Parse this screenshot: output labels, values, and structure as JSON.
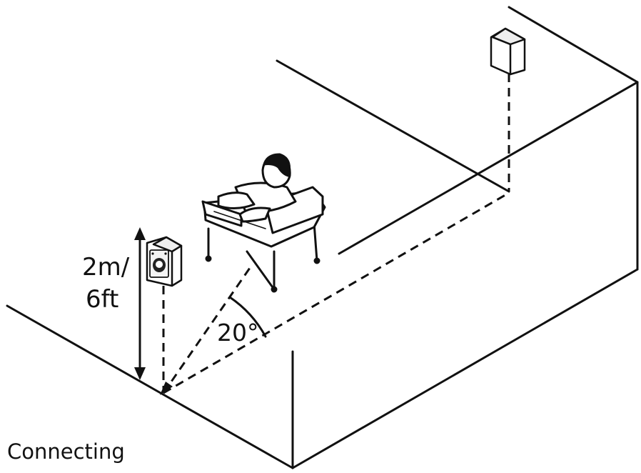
{
  "diagram": {
    "height_label_line1": "2m/",
    "height_label_line2": "6ft",
    "angle_label": "20°",
    "caption": "Connecting"
  },
  "colors": {
    "ink": "#111111",
    "background": "#ffffff"
  },
  "icons": {
    "speaker_front": "speaker-front-icon",
    "speaker_rear": "speaker-rear-icon",
    "listener": "seated-listener-icon"
  }
}
